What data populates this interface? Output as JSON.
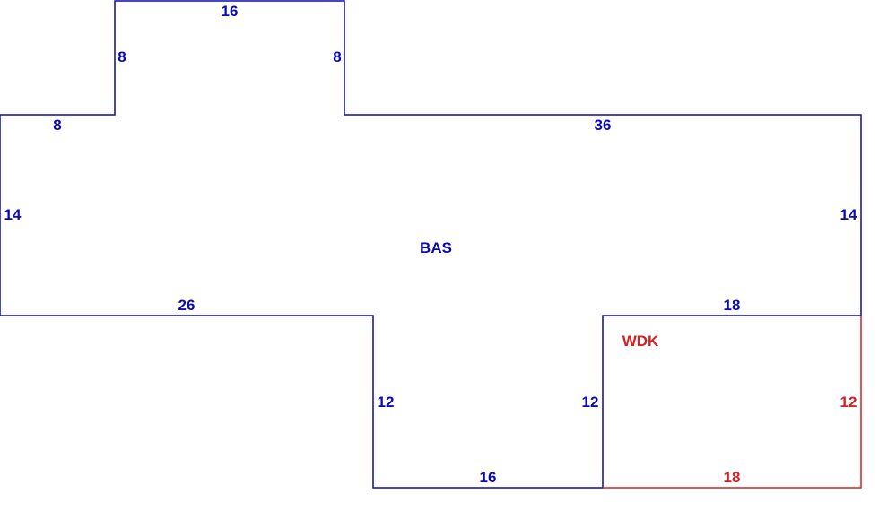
{
  "colors": {
    "bas": "#0a0ab4",
    "wdk": "#d42020",
    "background": "#ffffff"
  },
  "areas": {
    "bas_label": "BAS",
    "wdk_label": "WDK"
  },
  "dimensions": {
    "top_width": "16",
    "top_left_height": "8",
    "top_right_height": "8",
    "left_ledge": "8",
    "right_top": "36",
    "left_height": "14",
    "right_height": "14",
    "lower_left_width": "26",
    "bas_bottom_right": "18",
    "stem_left_height": "12",
    "stem_right_height": "12",
    "stem_bottom": "16",
    "wdk_right_height": "12",
    "wdk_bottom": "18"
  }
}
